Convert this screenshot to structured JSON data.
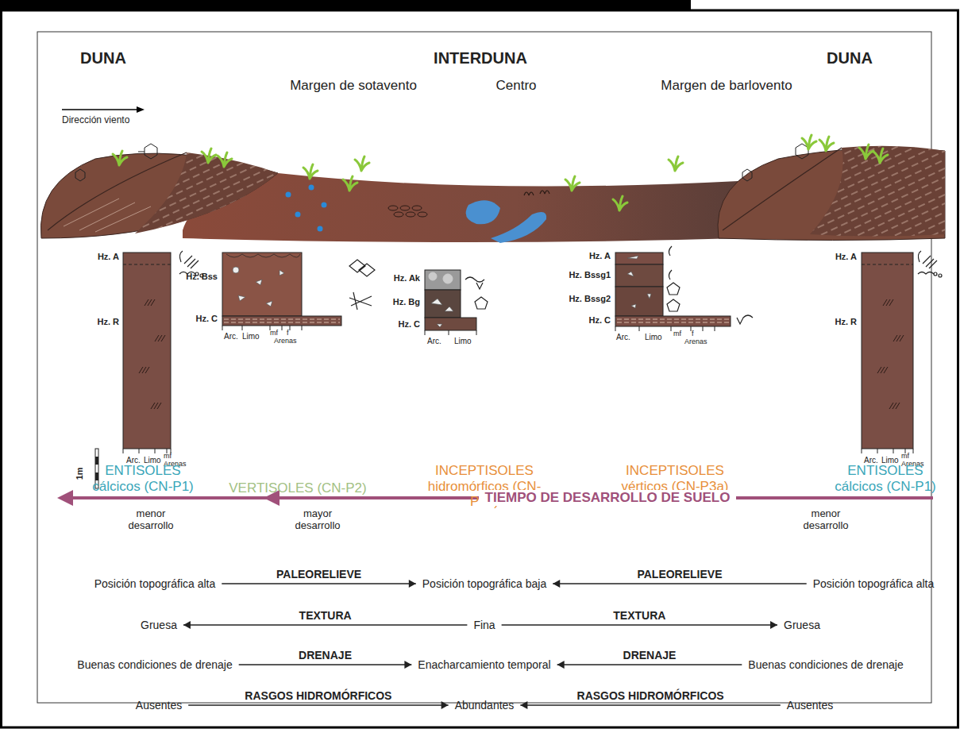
{
  "diagram": {
    "nodes": [
      {
        "text": [
          "Posición topográfica alta"
        ]
      },
      {
        "text": [
          "Posición topográfica baja"
        ]
      },
      {
        "text": [
          "Posición topográfica alta"
        ]
      },
      {
        "text": [
          "Gruesa"
        ]
      },
      {
        "text": [
          "Fina"
        ]
      },
      {
        "text": [
          "Gruesa"
        ]
      },
      {
        "text": [
          "Buenas condiciones de drenaje"
        ]
      },
      {
        "text": [
          "Enacharcamiento temporal"
        ]
      },
      {
        "text": [
          "Buenas condiciones de drenaje"
        ]
      },
      {
        "text": [
          "Ausentes"
        ]
      },
      {
        "text": [
          "Abundantes"
        ]
      },
      {
        "text": [
          "Ausentes"
        ]
      }
    ],
    "edges": [
      {
        "from": 0,
        "to": 1,
        "label": "PALEORELIEVE",
        "arrow": "to"
      },
      {
        "from": 2,
        "to": 1,
        "label": "PALEORELIEVE",
        "arrow": "to"
      },
      {
        "from": 4,
        "to": 3,
        "label": "TEXTURA",
        "arrow": "to"
      },
      {
        "from": 4,
        "to": 5,
        "label": "TEXTURA",
        "arrow": "to"
      },
      {
        "from": 6,
        "to": 7,
        "label": "DRENAJE",
        "arrow": "to"
      },
      {
        "from": 8,
        "to": 7,
        "label": "DRENAJE",
        "arrow": "to"
      },
      {
        "from": 9,
        "to": 10,
        "label": "RASGOS HIDROMÓRFICOS",
        "arrow": "to"
      },
      {
        "from": 11,
        "to": 10,
        "label": "RASGOS HIDROMÓRFICOS",
        "arrow": "to"
      }
    ],
    "labels": [
      "DUNA",
      "INTERDUNA",
      "DUNA",
      "Margen de sotavento",
      "Centro",
      "Margen de barlovento",
      "Dirección viento",
      "Hz. A",
      "Hz. R",
      "1m",
      "Arc.",
      "Limo",
      "mf",
      "Arenas",
      "Hz. Bss",
      "Hz. C",
      "Arc.",
      "Limo",
      "mf",
      "f",
      "Arenas",
      "Hz. Ak",
      "Hz. Bg",
      "Hz. C",
      "Arc.",
      "Limo",
      "Hz. A",
      "Hz. Bssg1",
      "Hz. Bssg2",
      "Hz. C",
      "Arc.",
      "Limo",
      "mf",
      "f",
      "Arenas",
      "Hz. A",
      "Hz. R",
      "Arc.",
      "Limo",
      "mf",
      "Arenas",
      "ENTISOLES cálcicos (CN-P1)",
      "VERTISOLES (CN-P2)",
      "INCEPTISOLES hidromórficos (CN-P3b)",
      "INCEPTISOLES vérticos (CN-P3a)",
      "ENTISOLES cálcicos (CN-P1)",
      "menor desarrollo",
      "mayor desarrollo",
      "TIEMPO DE DESARROLLO DE SUELO",
      "menor desarrollo"
    ]
  }
}
